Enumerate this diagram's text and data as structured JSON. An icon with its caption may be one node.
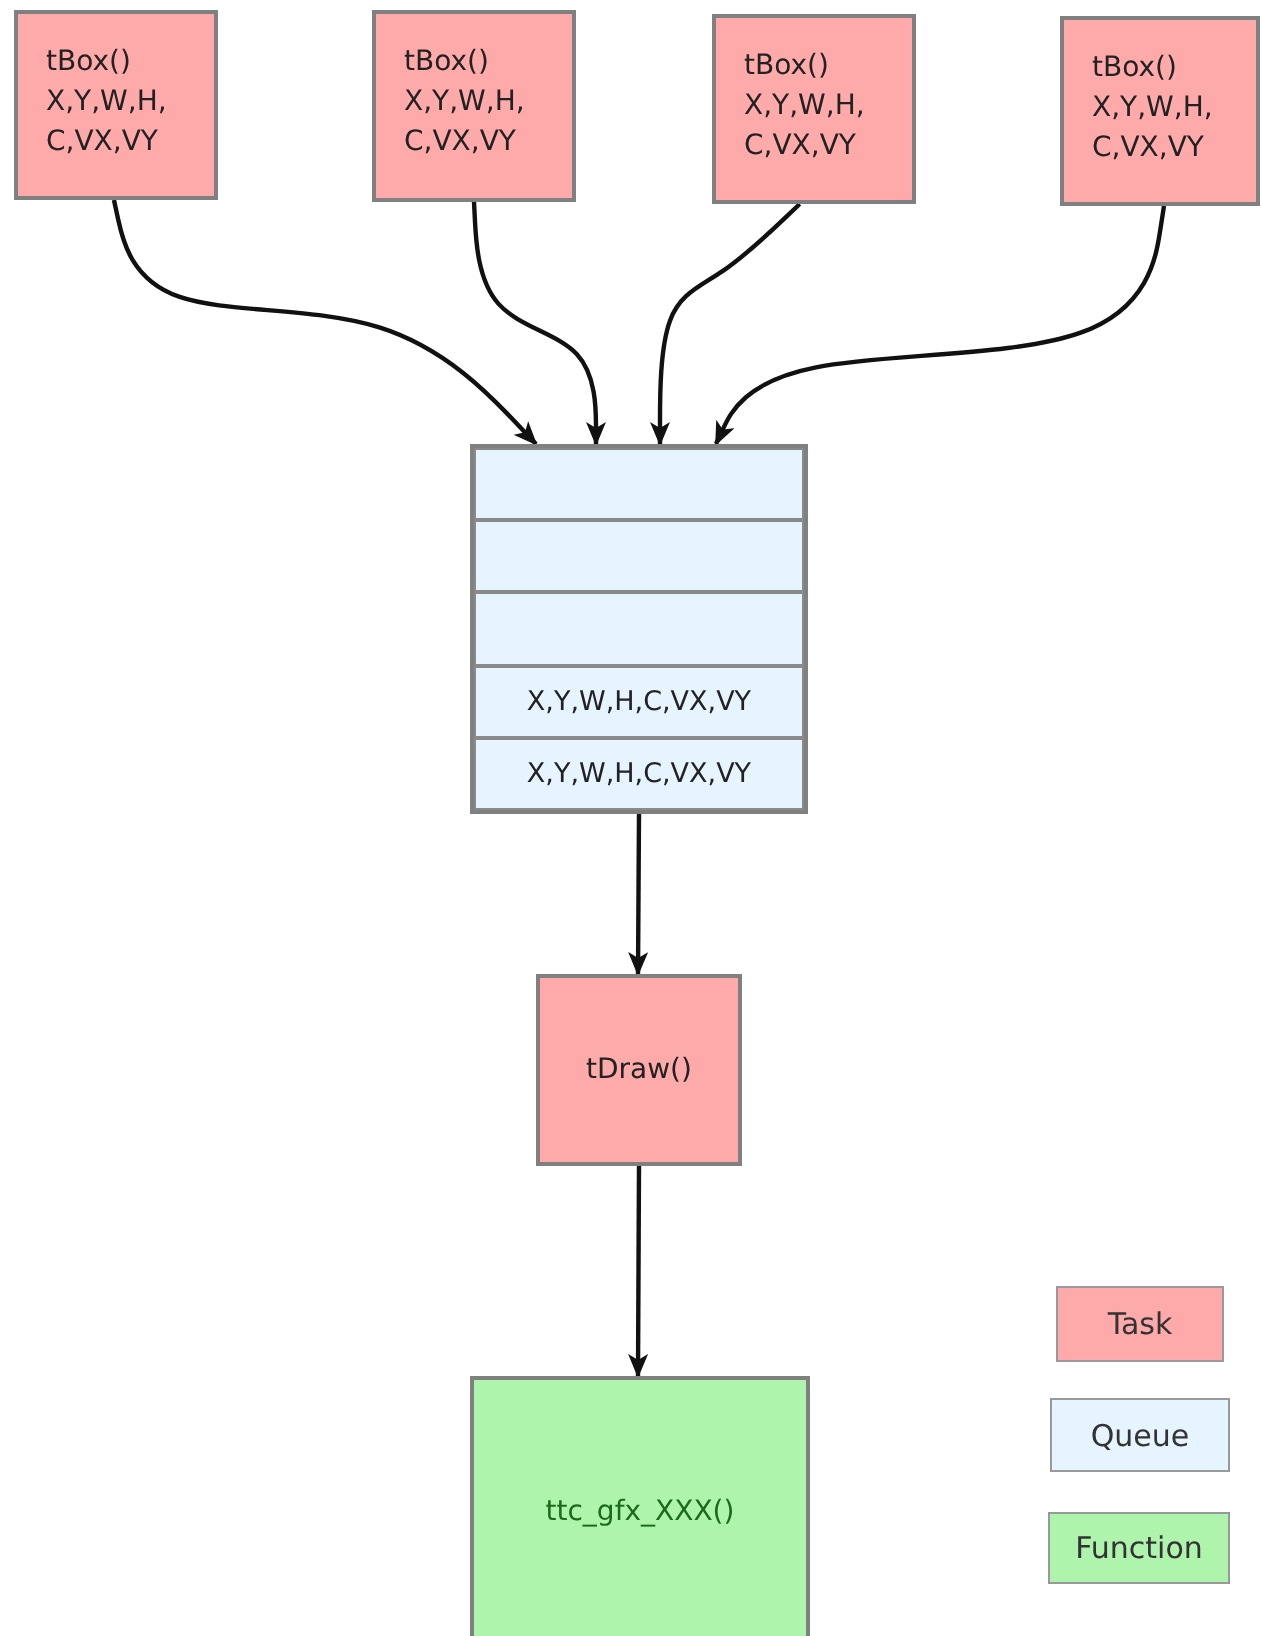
{
  "diagram": {
    "nodes": [
      {
        "text": [
          "tBox()",
          "X,Y,W,H, C,VX,VY"
        ]
      },
      {
        "text": [
          "tBox()",
          "X,Y,W,H, C,VX,VY"
        ]
      },
      {
        "text": [
          "tBox()",
          "X,Y,W,H, C,VX,VY"
        ]
      },
      {
        "text": [
          "tBox()",
          "X,Y,W,H, C,VX,VY"
        ]
      },
      {
        "text": [],
        "shape": "box"
      },
      {
        "text": [],
        "shape": "box",
        "in": 4
      },
      {
        "text": [],
        "shape": "box",
        "in": 4
      },
      {
        "text": [],
        "shape": "box",
        "in": 4
      },
      {
        "text": [
          "X,Y,W,H,C,VX,VY"
        ],
        "in": 4
      },
      {
        "text": [
          "X,Y,W,H,C,VX,VY"
        ],
        "in": 4
      },
      {
        "text": [
          "tDraw()"
        ]
      },
      {
        "text": [
          "ttc_gfx_XXX()"
        ]
      }
    ],
    "edges": [
      {
        "from": 0,
        "to": 4,
        "arrow": "to"
      },
      {
        "from": 1,
        "to": 4,
        "arrow": "to"
      },
      {
        "from": 2,
        "to": 4,
        "arrow": "to"
      },
      {
        "from": 3,
        "to": 4,
        "arrow": "to"
      },
      {
        "from": 4,
        "to": 10,
        "arrow": "to"
      },
      {
        "from": 10,
        "to": 11,
        "arrow": "to"
      }
    ],
    "legend": [
      {
        "text": "Task",
        "color": "#ffaaaa"
      },
      {
        "text": "Queue",
        "color": "#e5f4ff"
      },
      {
        "text": "Function",
        "color": "#aef4ac"
      }
    ]
  }
}
